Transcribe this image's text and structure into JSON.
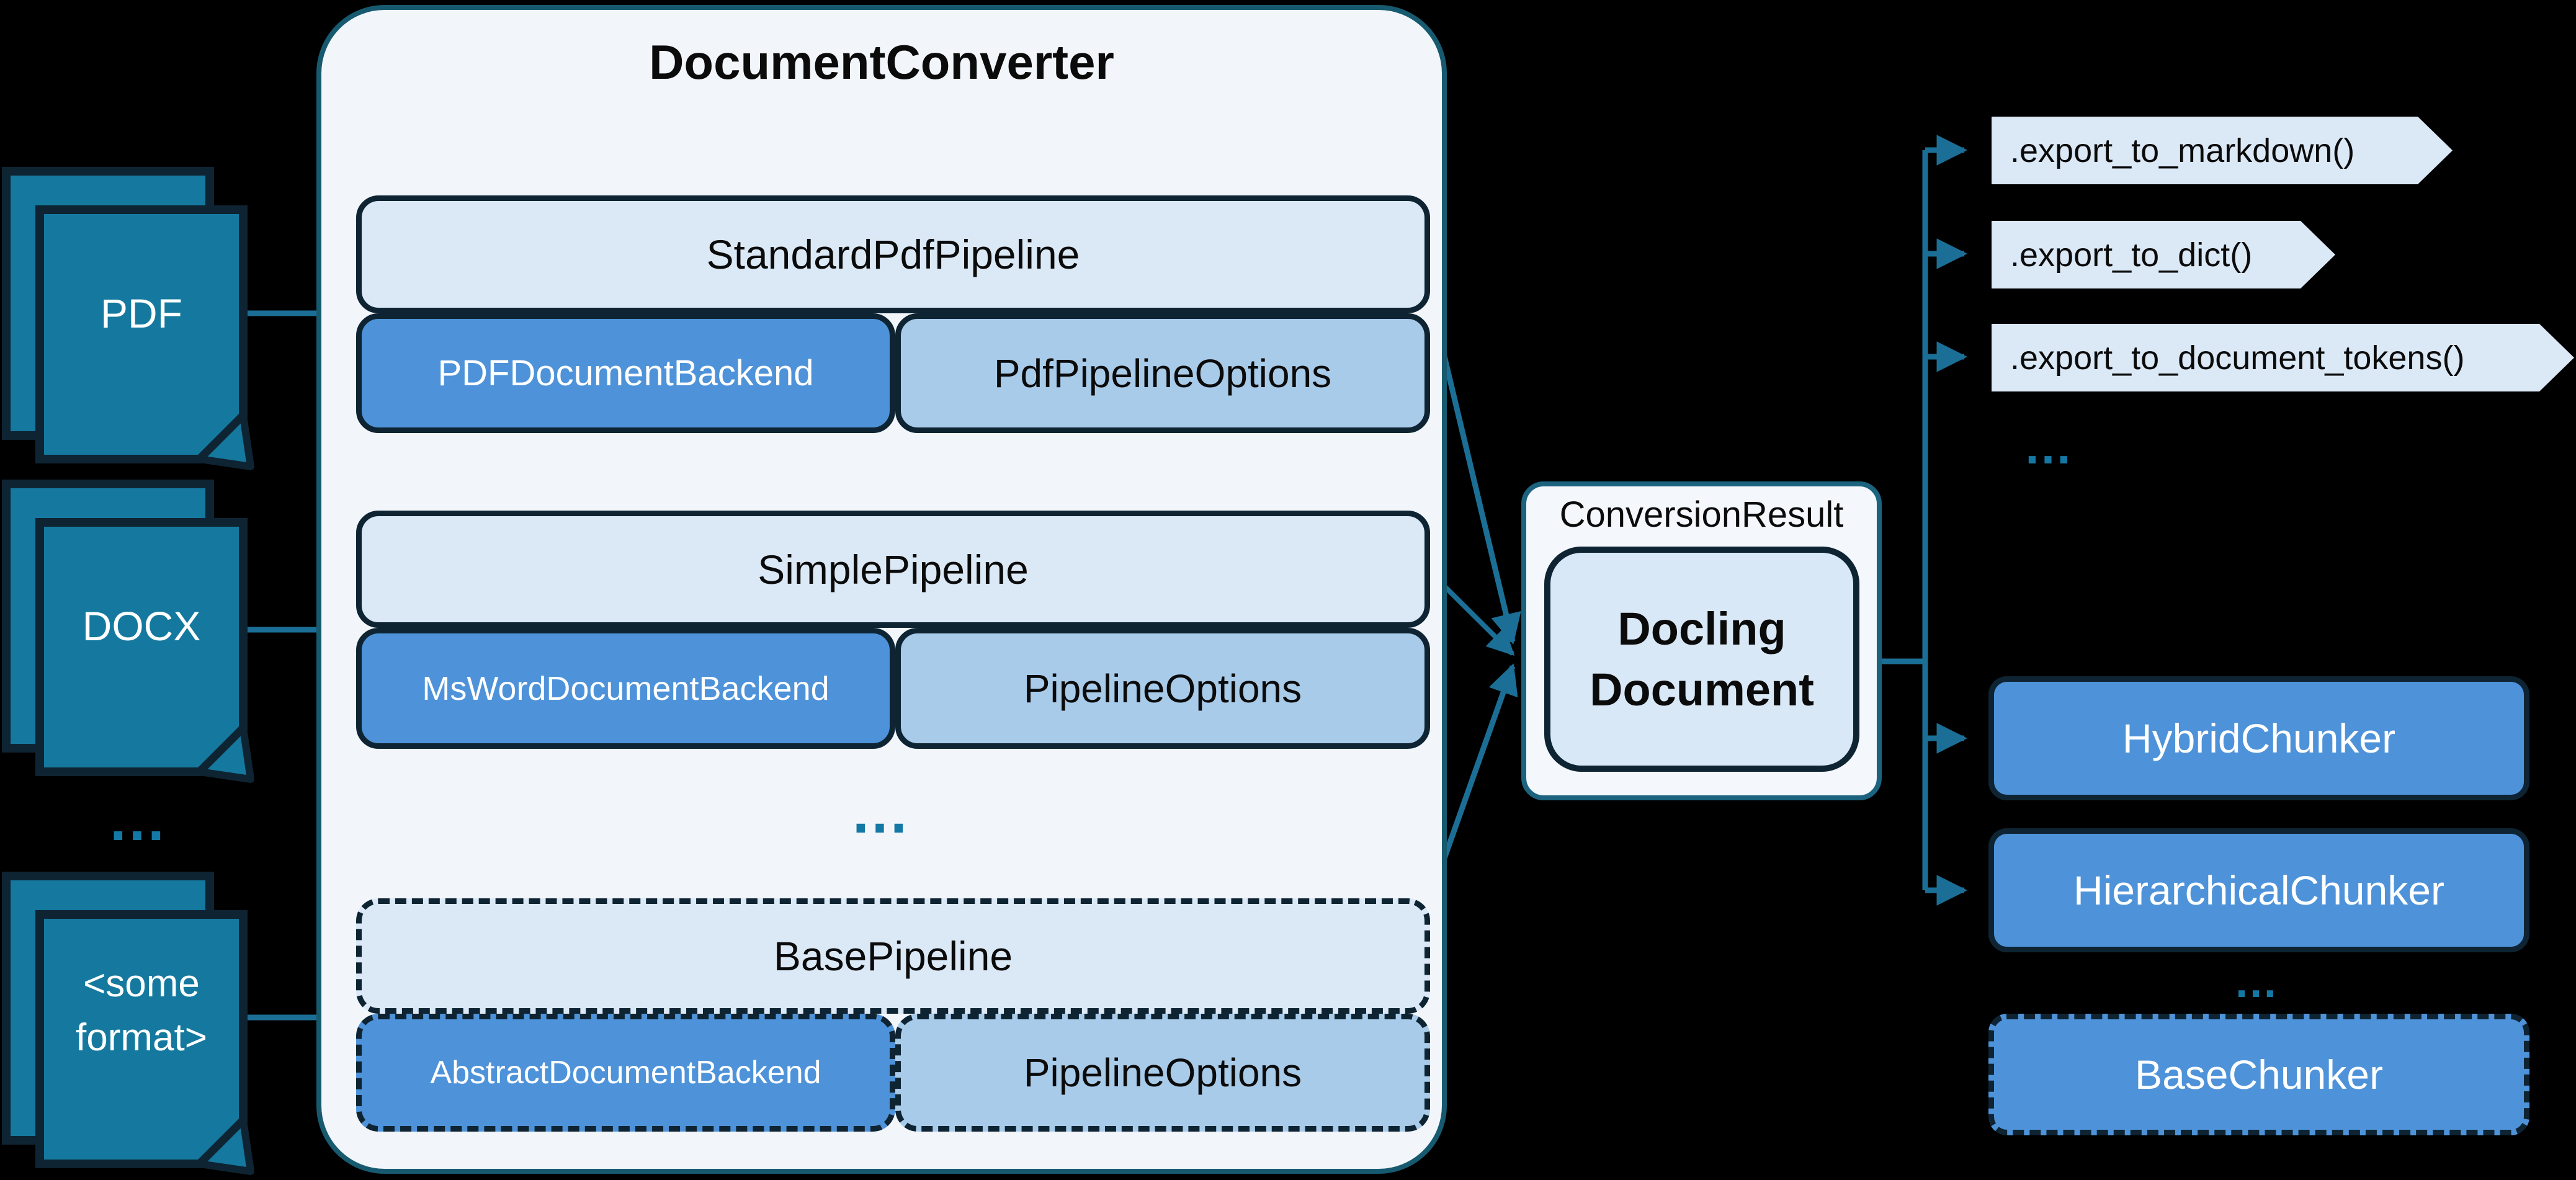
{
  "converter": {
    "title": "DocumentConverter",
    "groups": [
      {
        "pipeline": "StandardPdfPipeline",
        "backend": "PDFDocumentBackend",
        "options": "PdfPipelineOptions"
      },
      {
        "pipeline": "SimplePipeline",
        "backend": "MsWordDocumentBackend",
        "options": "PipelineOptions"
      },
      {
        "pipeline": "BasePipeline",
        "backend": "AbstractDocumentBackend",
        "options": "PipelineOptions"
      }
    ],
    "ellipsis": "…"
  },
  "inputs": {
    "items": [
      {
        "label": "PDF"
      },
      {
        "label": "DOCX"
      },
      {
        "line1": "<some",
        "line2": "format>"
      }
    ],
    "ellipsis": "…"
  },
  "result": {
    "container_label": "ConversionResult",
    "box_line1": "Docling",
    "box_line2": "Document"
  },
  "exports": {
    "items": [
      ".export_to_markdown()",
      ".export_to_dict()",
      ".export_to_document_tokens()"
    ],
    "ellipsis": "…"
  },
  "chunkers": {
    "items": [
      "HybridChunker",
      "HierarchicalChunker"
    ],
    "ellipsis": "…",
    "base": "BaseChunker"
  },
  "colors": {
    "background": "#000000",
    "panel_bg": "#F2F6FB",
    "panel_border": "#175A6F",
    "dark_border": "#0E2433",
    "light_blue": "#DBE8F6",
    "pale_blue": "#A9CBEA",
    "medium_blue": "#4E93D9",
    "doc_fill": "#15799F",
    "connector_teal": "#1B6F96",
    "dots_teal": "#1478A5"
  }
}
